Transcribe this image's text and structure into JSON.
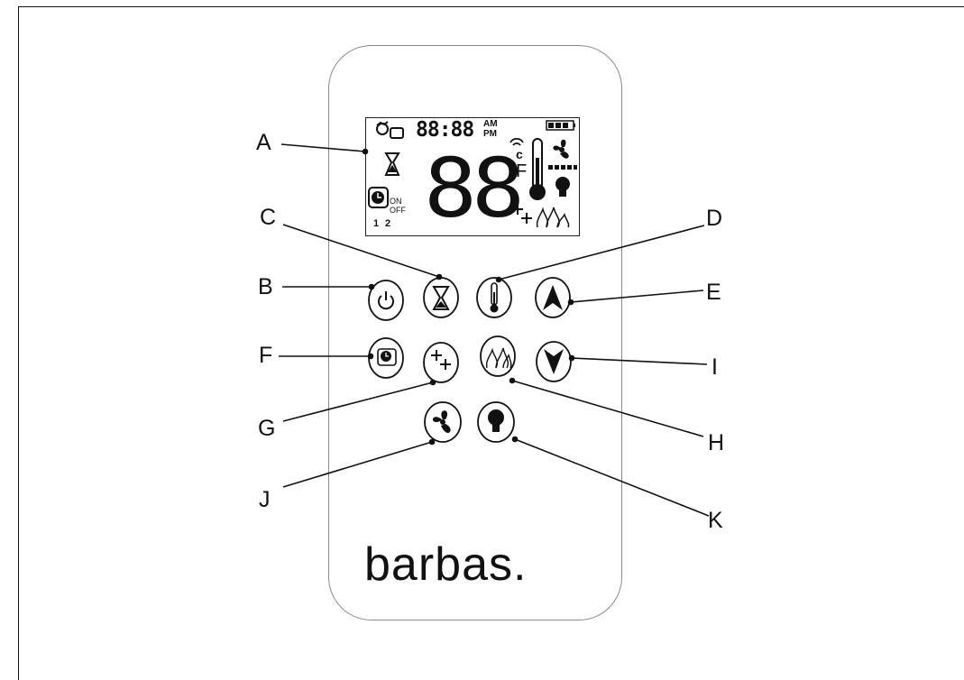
{
  "brand": "barbas.",
  "display": {
    "time": "88:88",
    "am": "AM",
    "pm": "PM",
    "big_digits": "88",
    "unit_c": "c",
    "unit_f": "F",
    "timer_on": "ON",
    "timer_off": "OFF",
    "program_1": "1",
    "program_2": "2"
  },
  "callouts": {
    "a": "A",
    "b": "B",
    "c": "C",
    "d": "D",
    "e": "E",
    "f": "F",
    "g": "G",
    "h": "H",
    "i": "I",
    "j": "J",
    "k": "K"
  },
  "buttons": [
    {
      "id": "B",
      "icon": "power-icon"
    },
    {
      "id": "C",
      "icon": "hourglass-icon"
    },
    {
      "id": "D",
      "icon": "thermometer-icon"
    },
    {
      "id": "E",
      "icon": "arrow-up-icon"
    },
    {
      "id": "F",
      "icon": "timer-program-icon"
    },
    {
      "id": "G",
      "icon": "sparkle-plus-icon"
    },
    {
      "id": "H",
      "icon": "flame-icon"
    },
    {
      "id": "I",
      "icon": "arrow-down-icon"
    },
    {
      "id": "J",
      "icon": "fan-icon"
    },
    {
      "id": "K",
      "icon": "lightbulb-icon"
    }
  ],
  "colors": {
    "ink": "#111111",
    "outline": "#8a8a8a"
  }
}
